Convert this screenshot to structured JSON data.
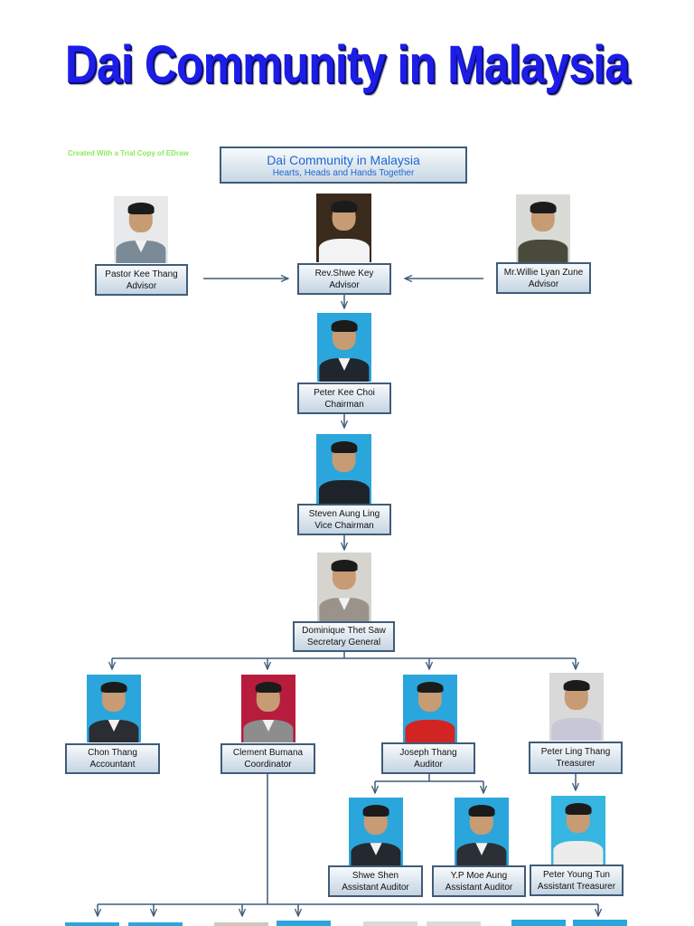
{
  "page_title": "Dai Community in Malaysia",
  "watermark": "Created With a Trial Copy of EDraw",
  "header": {
    "title": "Dai Community in Malaysia",
    "subtitle": "Hearts, Heads and Hands Together"
  },
  "colors": {
    "title": "#1d1de8",
    "box_border": "#3f5c78",
    "connector": "#3f5c78",
    "header_text": "#1f66d0",
    "watermark": "#8aea5c"
  },
  "members": {
    "kee_thang": {
      "name": "Pastor Kee Thang",
      "role": "Advisor"
    },
    "shwe_key": {
      "name": "Rev.Shwe Key",
      "role": "Advisor"
    },
    "willie": {
      "name": "Mr.Willie Lyan Zune",
      "role": "Advisor"
    },
    "kee_choi": {
      "name": "Peter Kee Choi",
      "role": "Chairman"
    },
    "aung_ling": {
      "name": "Steven Aung Ling",
      "role": "Vice Chairman"
    },
    "thet_saw": {
      "name": "Dominique Thet Saw",
      "role": "Secretary General"
    },
    "chon_thang": {
      "name": "Chon Thang",
      "role": "Accountant"
    },
    "clement": {
      "name": "Clement Bumana",
      "role": "Coordinator"
    },
    "joseph": {
      "name": "Joseph Thang",
      "role": "Auditor"
    },
    "ling_thang": {
      "name": "Peter Ling Thang",
      "role": "Treasurer"
    },
    "shwe_shen": {
      "name": "Shwe Shen",
      "role": "Assistant Auditor"
    },
    "moe_aung": {
      "name": "Y.P Moe Aung",
      "role": "Assistant Auditor"
    },
    "young_tun": {
      "name": "Peter Young Tun",
      "role": "Assistant Treasurer"
    }
  }
}
